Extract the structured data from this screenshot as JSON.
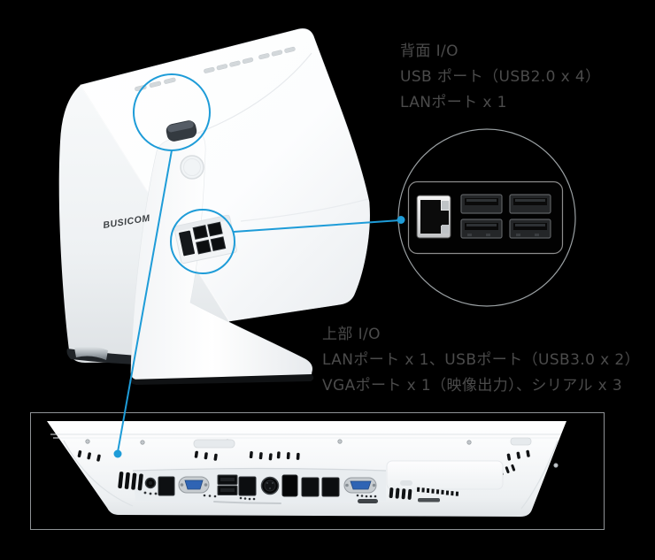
{
  "colors": {
    "background": "#000000",
    "accent_blue": "#1e9cd8",
    "annotation_text": "#4b4b4b",
    "inset_outline": "#9aa0a3",
    "photo_frame_gray": "#8f9396",
    "vga_serial_blue": "#2f64b4"
  },
  "device": {
    "brand_label": "BUSICOM"
  },
  "annotations": {
    "rear_io": {
      "title": "背面 I/O",
      "lines": [
        "USB ポート（USB2.0 x 4）",
        "LANポート x 1"
      ]
    },
    "top_io": {
      "title": "上部 I/O",
      "lines": [
        "LANポート x 1、USBポート（USB3.0 x 2）",
        "VGAポート x 1（映像出力）、シリアル x 3"
      ]
    }
  },
  "inset": {
    "port_icons": [
      "lan-port-icon",
      "usb-port-icon",
      "usb-port-icon",
      "usb-port-icon",
      "usb-port-icon"
    ]
  },
  "bottom_panel": {
    "port_icons": [
      "dc-power-jack-icon",
      "lan-port-icon",
      "vga-port-icon",
      "usb-stack-icon",
      "lan-port-icon",
      "din-port-icon",
      "rj-port-icon",
      "rj-port-icon",
      "rj-port-icon",
      "serial-port-icon"
    ]
  }
}
